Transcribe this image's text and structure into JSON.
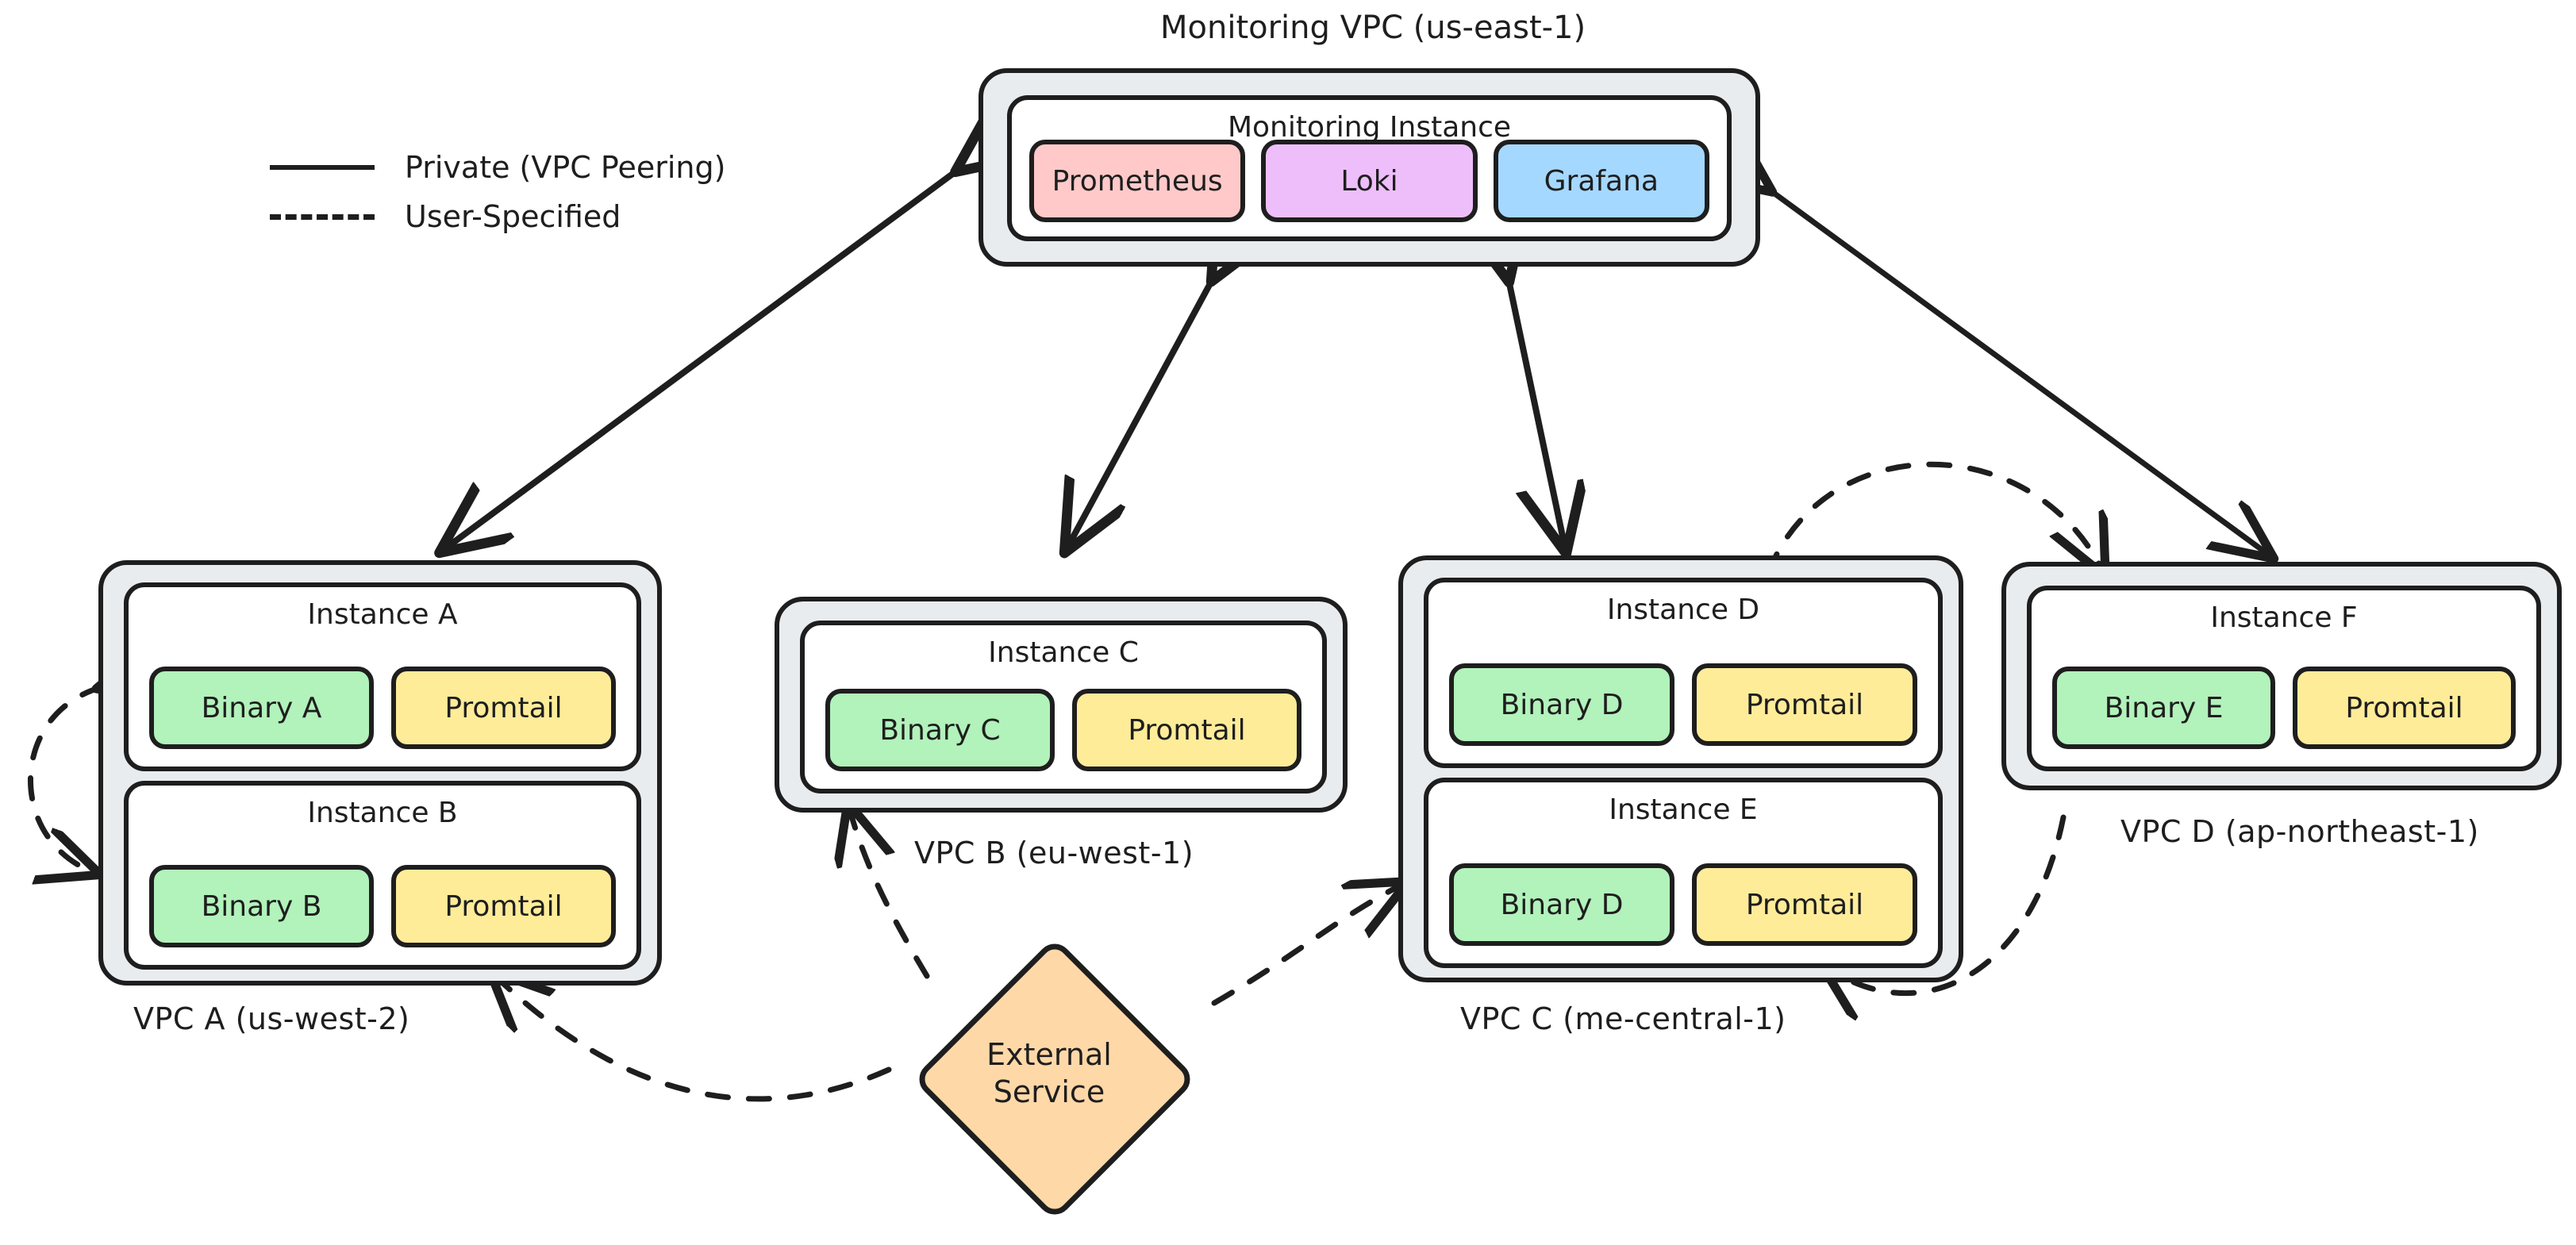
{
  "diagram": {
    "title": "Monitoring VPC (us-east-1)",
    "background": "#ffffff",
    "stroke_color": "#1e1e1e",
    "colors": {
      "vpc_fill": "#e9ecef",
      "instance_fill": "#ffffff",
      "binary_fill": "#b2f2bb",
      "promtail_fill": "#ffec99",
      "prometheus_fill": "#ffc9c9",
      "loki_fill": "#eebefa",
      "grafana_fill": "#a5d8ff",
      "external_fill": "#ffd8a8"
    }
  },
  "legend": {
    "items": [
      {
        "style": "solid",
        "label": "Private (VPC Peering)"
      },
      {
        "style": "dashed",
        "label": "User-Specified"
      }
    ]
  },
  "monitoring_vpc": {
    "label": "Monitoring VPC (us-east-1)",
    "instance": {
      "title": "Monitoring Instance",
      "services": [
        {
          "name": "Prometheus",
          "color": "#ffc9c9"
        },
        {
          "name": "Loki",
          "color": "#eebefa"
        },
        {
          "name": "Grafana",
          "color": "#a5d8ff"
        }
      ]
    }
  },
  "vpcs": [
    {
      "id": "vpc-a",
      "label": "VPC A (us-west-2)",
      "instances": [
        {
          "title": "Instance A",
          "binary": "Binary A",
          "agent": "Promtail"
        },
        {
          "title": "Instance B",
          "binary": "Binary B",
          "agent": "Promtail"
        }
      ]
    },
    {
      "id": "vpc-b",
      "label": "VPC B (eu-west-1)",
      "instances": [
        {
          "title": "Instance C",
          "binary": "Binary C",
          "agent": "Promtail"
        }
      ]
    },
    {
      "id": "vpc-c",
      "label": "VPC C (me-central-1)",
      "instances": [
        {
          "title": "Instance D",
          "binary": "Binary D",
          "agent": "Promtail"
        },
        {
          "title": "Instance E",
          "binary": "Binary D",
          "agent": "Promtail"
        }
      ]
    },
    {
      "id": "vpc-d",
      "label": "VPC D (ap-northeast-1)",
      "instances": [
        {
          "title": "Instance F",
          "binary": "Binary E",
          "agent": "Promtail"
        }
      ]
    }
  ],
  "external_service": {
    "line1": "External",
    "line2": "Service"
  },
  "connections": [
    {
      "from": "monitoring-vpc",
      "to": "vpc-a",
      "style": "solid",
      "arrows": "both"
    },
    {
      "from": "monitoring-vpc",
      "to": "vpc-b",
      "style": "solid",
      "arrows": "both"
    },
    {
      "from": "monitoring-vpc",
      "to": "vpc-c",
      "style": "solid",
      "arrows": "both"
    },
    {
      "from": "monitoring-vpc",
      "to": "vpc-d",
      "style": "solid",
      "arrows": "both"
    },
    {
      "from": "instance-a",
      "to": "instance-b",
      "style": "dashed",
      "arrows": "both"
    },
    {
      "from": "external-service",
      "to": "vpc-a",
      "style": "dashed",
      "arrows": "end"
    },
    {
      "from": "external-service",
      "to": "vpc-b",
      "style": "dashed",
      "arrows": "end"
    },
    {
      "from": "external-service",
      "to": "vpc-c",
      "style": "dashed",
      "arrows": "end"
    },
    {
      "from": "vpc-c",
      "to": "vpc-d",
      "style": "dashed",
      "arrows": "both"
    },
    {
      "from": "vpc-d",
      "to": "vpc-c",
      "style": "dashed",
      "arrows": "end"
    }
  ]
}
